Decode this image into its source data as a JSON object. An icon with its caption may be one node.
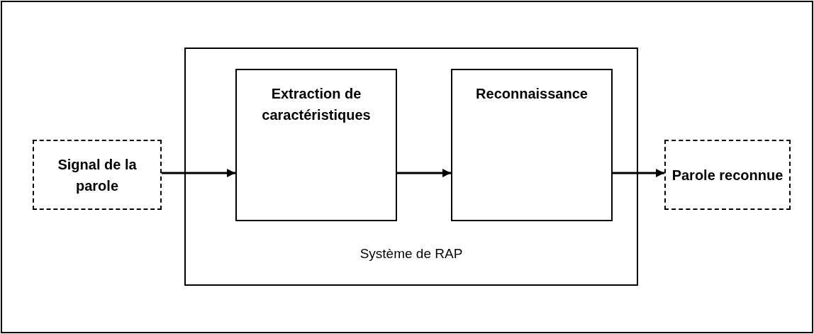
{
  "diagram": {
    "nodes": [
      {
        "text": [
          "Signal de la parole"
        ]
      },
      {
        "text": [
          "Système de RAP"
        ]
      },
      {
        "text": [
          "Extraction de caractéristiques"
        ],
        "in": 1
      },
      {
        "text": [
          "Reconnaissance"
        ],
        "in": 1
      },
      {
        "text": [
          "Parole reconnue"
        ]
      }
    ],
    "edges": [
      {
        "from": 0,
        "to": 2,
        "arrow": "to"
      },
      {
        "from": 2,
        "to": 3,
        "arrow": "to"
      },
      {
        "from": 3,
        "to": 4,
        "arrow": "to"
      }
    ]
  }
}
